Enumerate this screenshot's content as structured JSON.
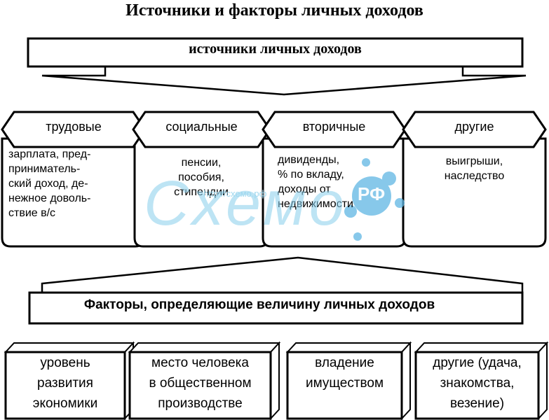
{
  "title": "Источники и факторы личных доходов",
  "sources_banner": "источники личных доходов",
  "categories": [
    {
      "label": "трудовые",
      "description": [
        "зарплата, пред-",
        "приниматель-",
        "ский доход, де-",
        "нежное доволь-",
        "ствие в/с"
      ]
    },
    {
      "label": "социальные",
      "description": [
        "пенсии,",
        "пособия,",
        "стипендии"
      ]
    },
    {
      "label": "вторичные",
      "description": [
        "дивиденды,",
        "% по вкладу,",
        "доходы от",
        "недвижимости"
      ]
    },
    {
      "label": "другие",
      "description": [
        "выигрыши,",
        "наследство"
      ]
    }
  ],
  "factors_banner": "Факторы, определяющие величину личных доходов",
  "factors": [
    {
      "lines": [
        "уровень",
        "развития",
        "экономики"
      ]
    },
    {
      "lines": [
        "место человека",
        "в общественном",
        "производстве"
      ]
    },
    {
      "lines": [
        "владение",
        "имуществом"
      ]
    },
    {
      "lines": [
        "другие (удача,",
        "знакомства,",
        "везение)"
      ]
    }
  ],
  "watermark": {
    "logo": "Схемо",
    "suffix": "РФ",
    "url": "http://схемо.рф"
  },
  "colors": {
    "line": "#000000",
    "watermark": "#87ceeb"
  }
}
